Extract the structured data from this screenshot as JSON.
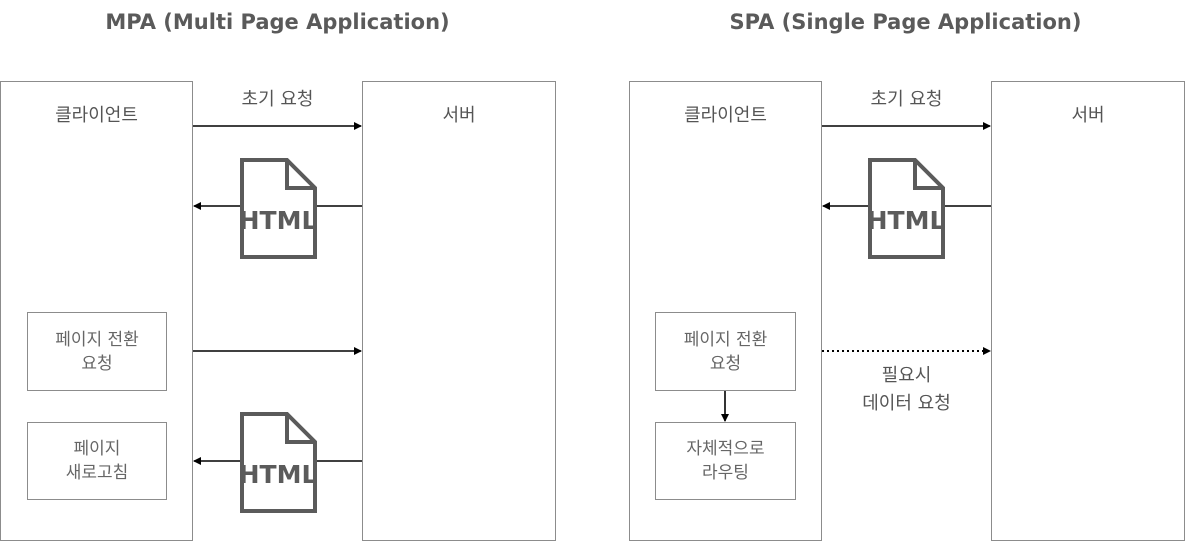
{
  "mpa": {
    "title": "MPA (Multi Page Application)",
    "client_label": "클라이언트",
    "server_label": "서버",
    "initial_request": "초기 요청",
    "file_label_1": "HTML",
    "file_label_2": "HTML",
    "page_change_line1": "페이지 전환",
    "page_change_line2": "요청",
    "refresh_line1": "페이지",
    "refresh_line2": "새로고침"
  },
  "spa": {
    "title": "SPA (Single Page Application)",
    "client_label": "클라이언트",
    "server_label": "서버",
    "initial_request": "초기 요청",
    "file_label": "HTML",
    "page_change_line1": "페이지 전환",
    "page_change_line2": "요청",
    "routing_line1": "자체적으로",
    "routing_line2": "라우팅",
    "data_request_line1": "필요시",
    "data_request_line2": "데이터 요청"
  }
}
